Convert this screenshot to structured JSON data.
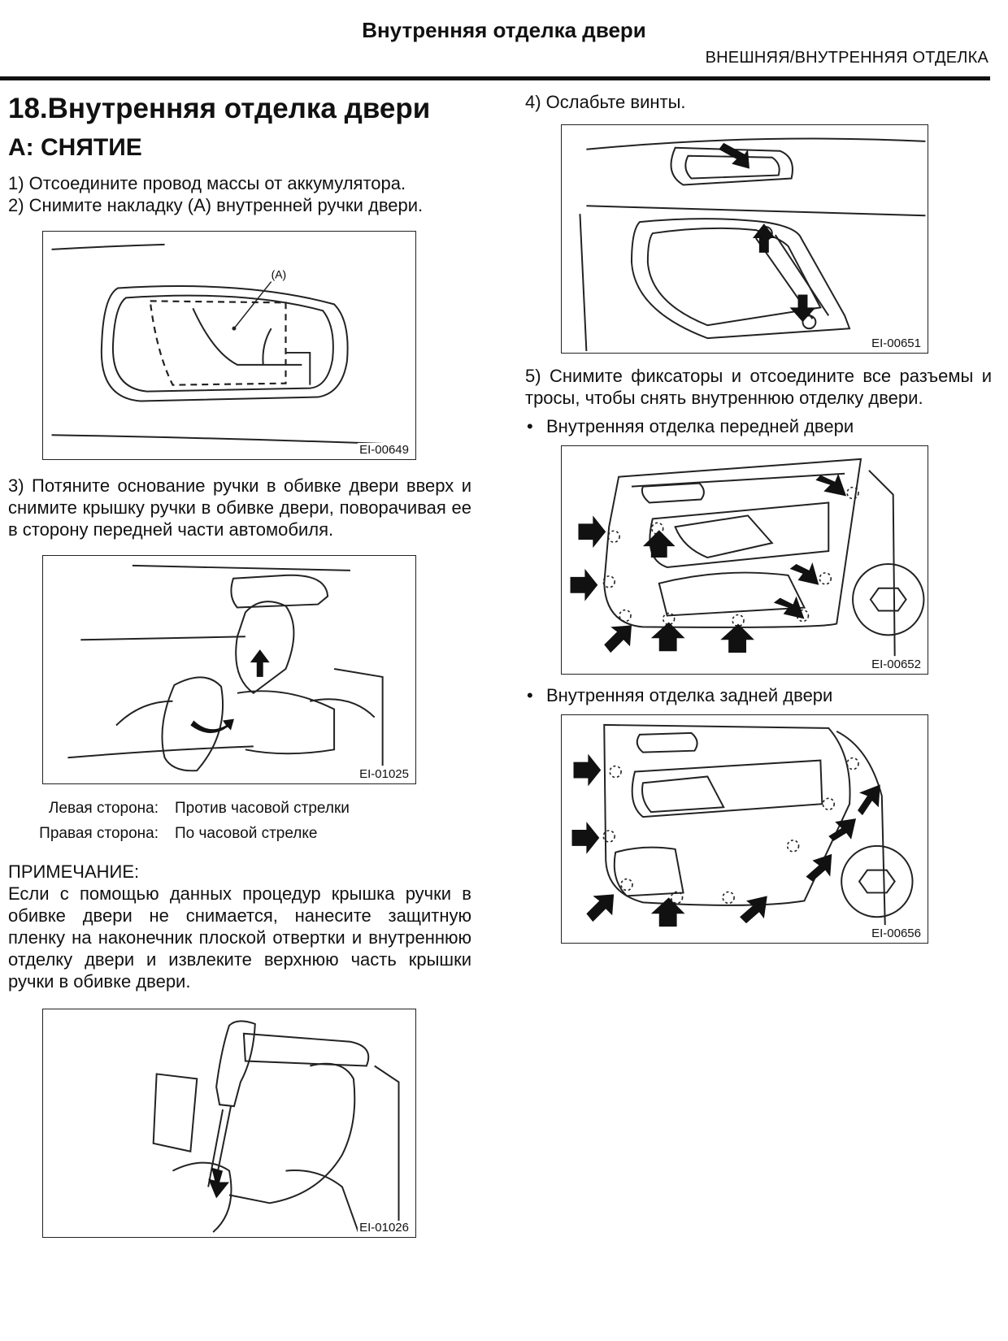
{
  "header": {
    "title": "Внутренняя отделка двери",
    "section": "ВНЕШНЯЯ/ВНУТРЕННЯЯ ОТДЕЛКА"
  },
  "left": {
    "heading": "18.Внутренняя отделка двери",
    "subheading": "A:  СНЯТИЕ",
    "step1": "1) Отсоедините провод массы от аккумулятора.",
    "step2": "2) Снимите накладку (A) внутренней ручки двери.",
    "fig1": {
      "code": "EI-00649",
      "label": "(A)"
    },
    "step3": "3) Потяните основание ручки в обивке двери вверх и снимите крышку ручки в обивке двери, поворачивая ее в сторону передней части автомобиля.",
    "fig2": {
      "code": "EI-01025"
    },
    "sides": [
      {
        "side": "Левая сторона:",
        "direction": "Против часовой стрелки"
      },
      {
        "side": "Правая сторона:",
        "direction": "По часовой стрелке"
      }
    ],
    "note_title": "ПРИМЕЧАНИЕ:",
    "note_text": "Если с помощью данных процедур крышка ручки в обивке двери не снимается, нанесите защитную пленку на наконечник плоской отвертки и внутреннюю отделку двери и извлеките верхнюю часть крышки ручки в обивке двери.",
    "fig3": {
      "code": "EI-01026"
    }
  },
  "right": {
    "step4": "4) Ослабьте винты.",
    "fig4": {
      "code": "EI-00651"
    },
    "step5": "5) Снимите фиксаторы и отсоедините все разъемы и тросы, чтобы снять внутреннюю отделку двери.",
    "bullet_front": "Внутренняя отделка передней двери",
    "fig5": {
      "code": "EI-00652"
    },
    "bullet_rear": "Внутренняя отделка задней двери",
    "fig6": {
      "code": "EI-00656"
    }
  }
}
